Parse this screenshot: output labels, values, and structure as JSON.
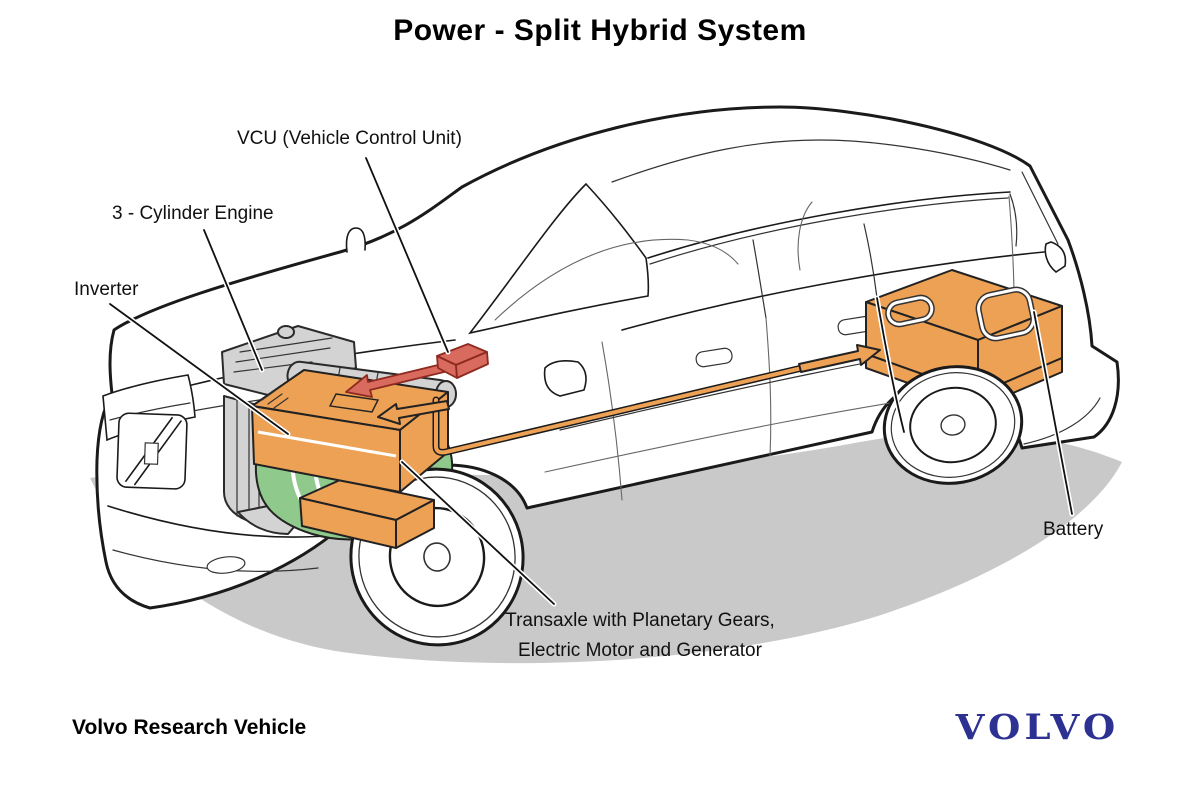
{
  "title": "Power - Split Hybrid System",
  "callouts": {
    "vcu": "VCU (Vehicle Control Unit)",
    "engine": "3 - Cylinder Engine",
    "inverter": "Inverter",
    "transaxle_line1": "Transaxle with Planetary Gears,",
    "transaxle_line2": "Electric Motor and Generator",
    "battery": "Battery"
  },
  "footer": {
    "caption": "Volvo Research Vehicle",
    "brand_logo": "VOLVO"
  },
  "colors": {
    "highlight_orange": "#EDA155",
    "motor_green": "#8FC98B",
    "vcu_red": "#D96A5E",
    "vcu_red_outline": "#8E2A20",
    "engine_gray": "#D3D3D3",
    "shadow_gray": "#C9C9C9",
    "volvo_blue": "#2D3191",
    "line_black": "#1A1A1A"
  }
}
